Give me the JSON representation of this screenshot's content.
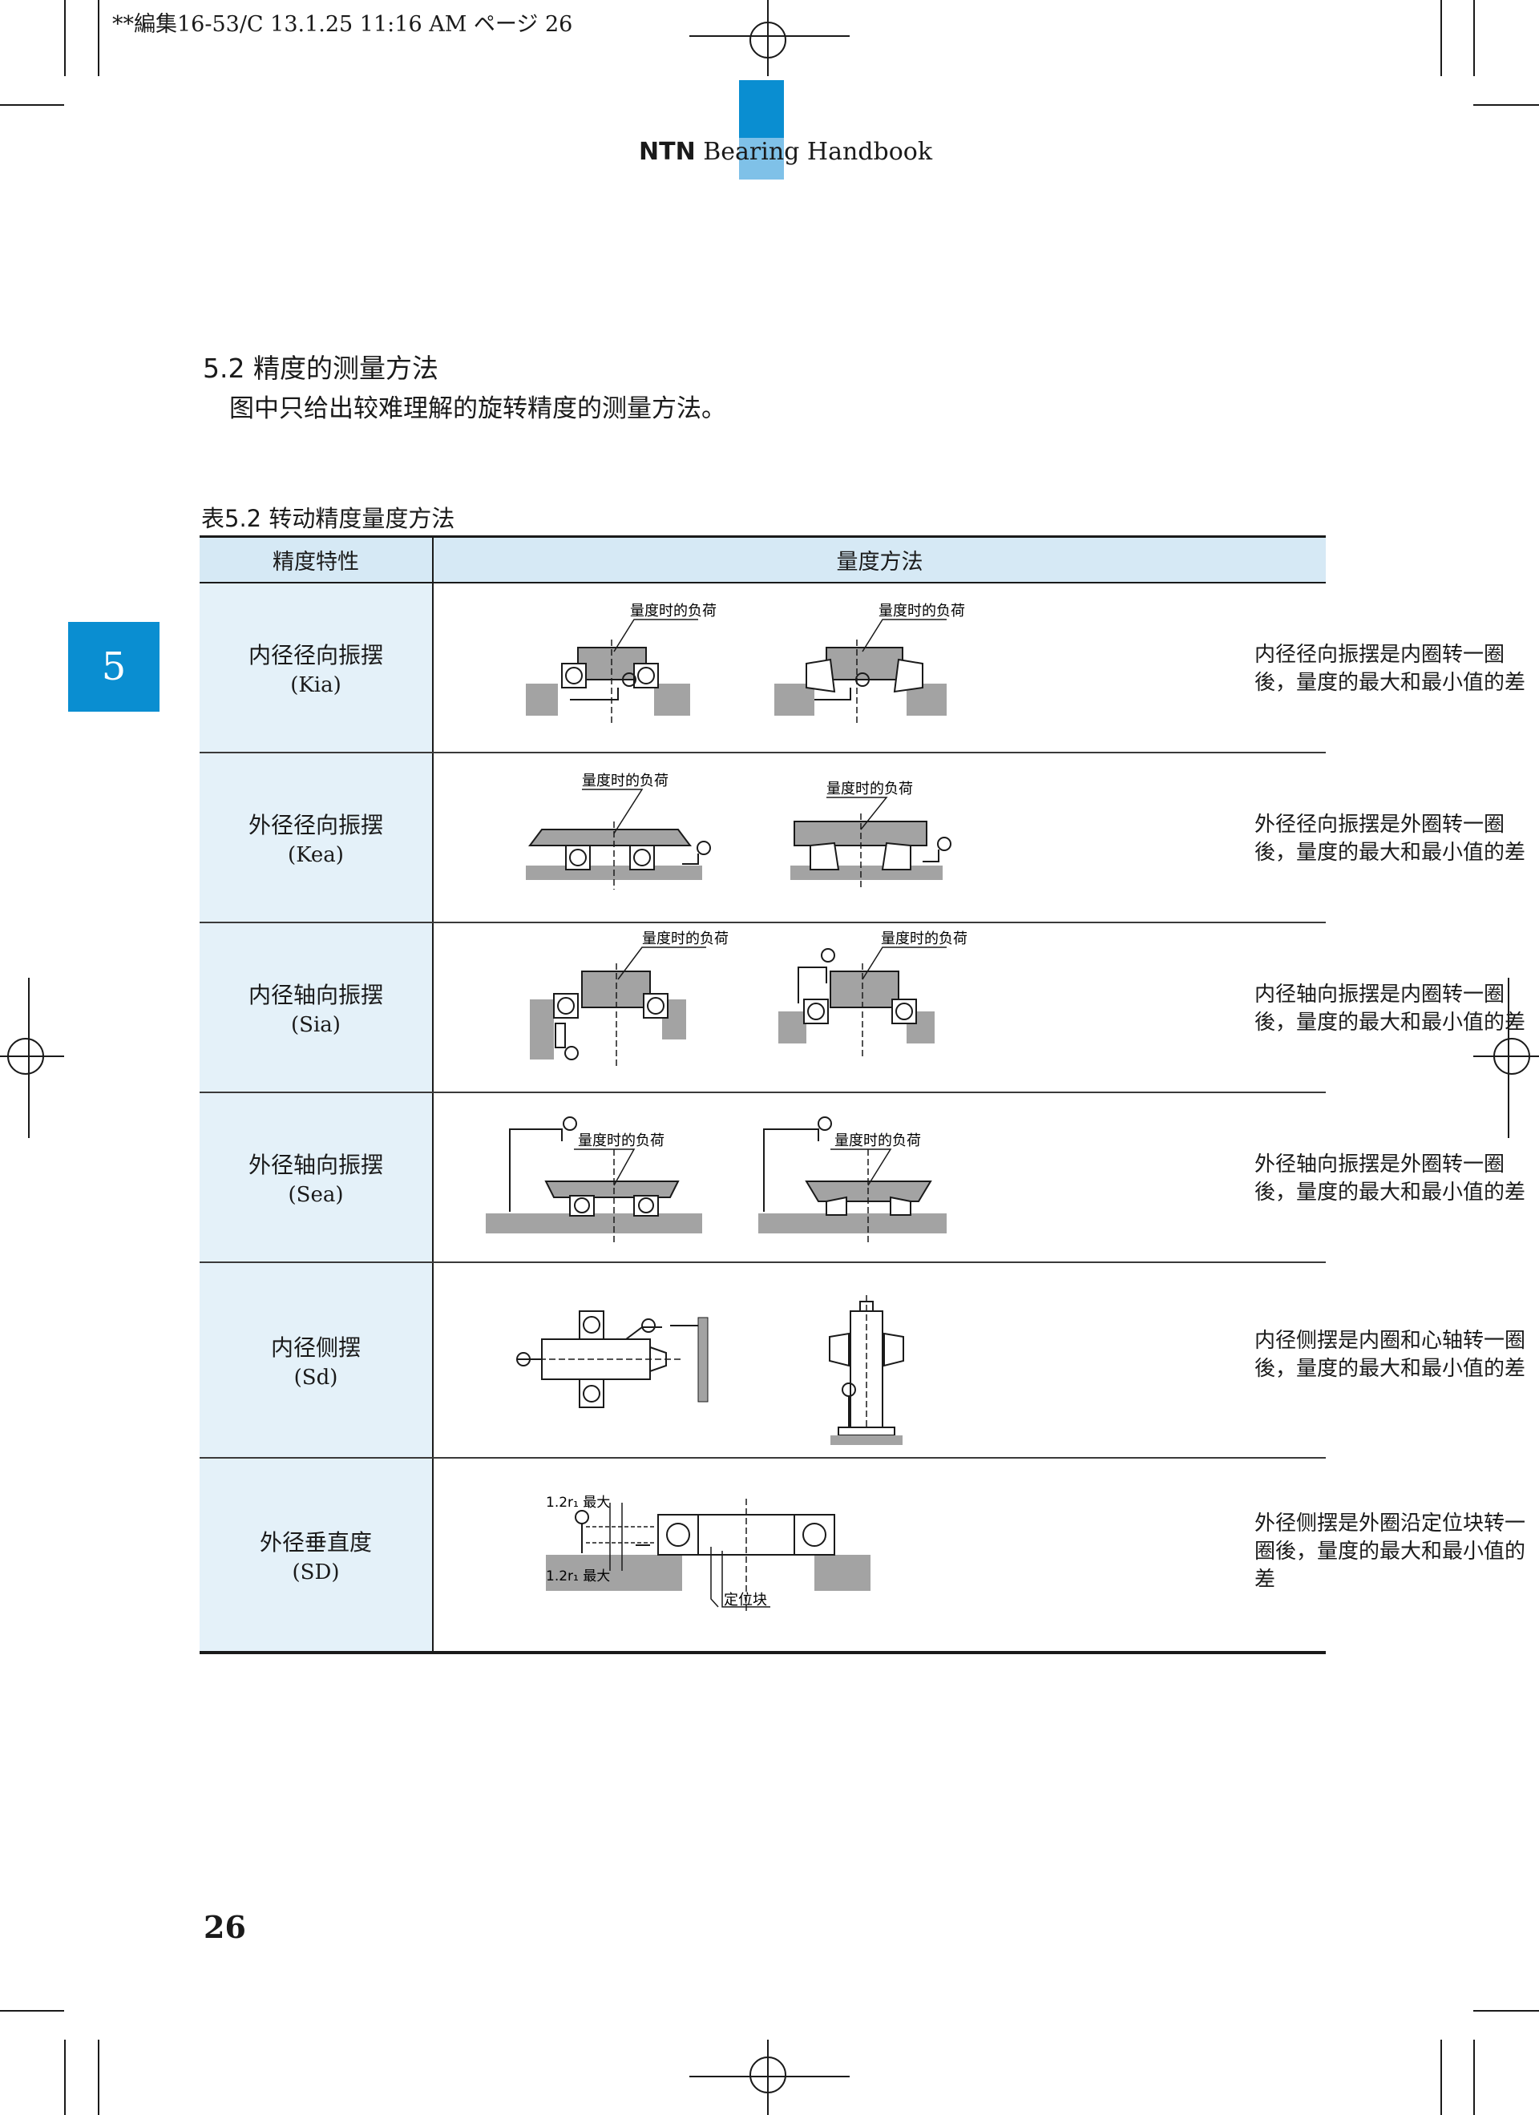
{
  "print_header": "**編集16-53/C  13.1.25 11:16 AM  ページ 26",
  "running_header": {
    "brand": "NTN",
    "rest": "Bearing Handbook"
  },
  "chapter_tab": "5",
  "section": {
    "title": "5.2 精度的测量方法",
    "body": "图中只给出较难理解的旋转精度的测量方法。"
  },
  "table": {
    "title": "表5.2 转动精度量度方法",
    "headers": [
      "精度特性",
      "量度方法"
    ],
    "rows": [
      {
        "name": "内径径向振摆",
        "symbol": "(Kia)",
        "desc": "内径径向振摆是内圈转一圈後，量度的最大和最小值的差",
        "labels": [
          "量度时的负荷",
          "量度时的负荷"
        ]
      },
      {
        "name": "外径径向振摆",
        "symbol": "(Kea)",
        "desc": "外径径向振摆是外圈转一圈後，量度的最大和最小值的差",
        "labels": [
          "量度时的负荷",
          "量度时的负荷"
        ]
      },
      {
        "name": "内径轴向振摆",
        "symbol": "(Sia)",
        "desc": "内径轴向振摆是内圈转一圈後，量度的最大和最小值的差",
        "labels": [
          "量度时的负荷",
          "量度时的负荷"
        ]
      },
      {
        "name": "外径轴向振摆",
        "symbol": "(Sea)",
        "desc": "外径轴向振摆是外圈转一圈後，量度的最大和最小值的差",
        "labels": [
          "量度时的负荷",
          "量度时的负荷"
        ]
      },
      {
        "name": "内径侧摆",
        "symbol": "(Sd)",
        "desc": "内径侧摆是内圈和心轴转一圈後，量度的最大和最小值的差",
        "labels": []
      },
      {
        "name": "外径垂直度",
        "symbol": "(SD)",
        "desc": "外径侧摆是外圈沿定位块转一圈後，量度的最大和最小值的差",
        "labels": [
          "1.2r₁ 最大",
          "1.2r₁ 最大",
          "定位块"
        ]
      }
    ]
  },
  "page_number": "26",
  "colors": {
    "accent_blue": "#0a8ed1",
    "header_fill": "#d6e9f5",
    "name_fill": "#e4f1f9",
    "gray": "#a3a3a3"
  }
}
